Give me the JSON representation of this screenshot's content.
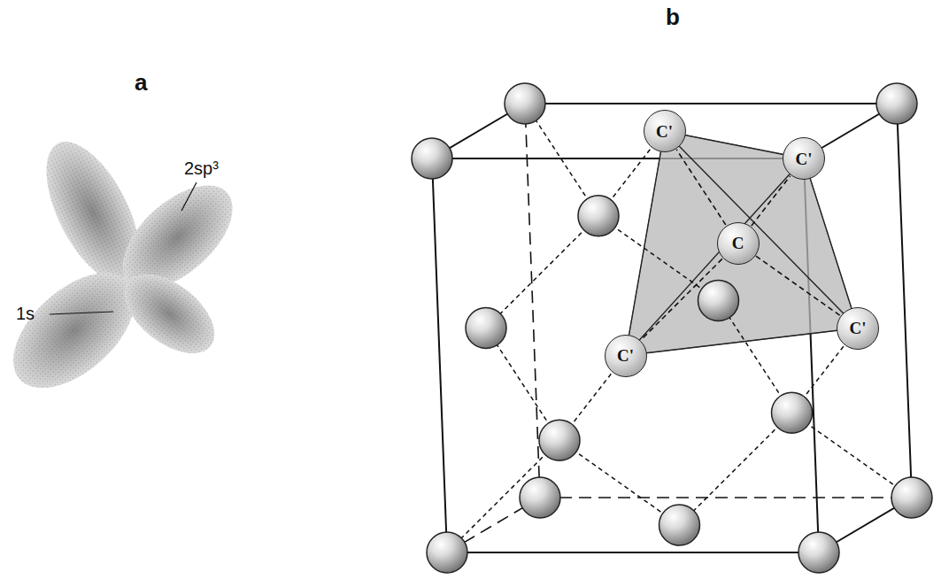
{
  "diagram": {
    "nodes": [
      {
        "text": [
          "C'"
        ]
      },
      {
        "text": [
          "C'"
        ]
      },
      {
        "text": [
          "C"
        ]
      },
      {
        "text": [
          "C'"
        ]
      },
      {
        "text": [
          "C'"
        ]
      }
    ],
    "edges": [
      {
        "from": 2,
        "to": 0,
        "arrow": "none"
      },
      {
        "from": 2,
        "to": 1,
        "arrow": "none"
      },
      {
        "from": 2,
        "to": 3,
        "arrow": "none"
      },
      {
        "from": 2,
        "to": 4,
        "arrow": "none"
      }
    ],
    "labels": [
      "a",
      "b",
      "1s",
      "2sp³"
    ]
  }
}
